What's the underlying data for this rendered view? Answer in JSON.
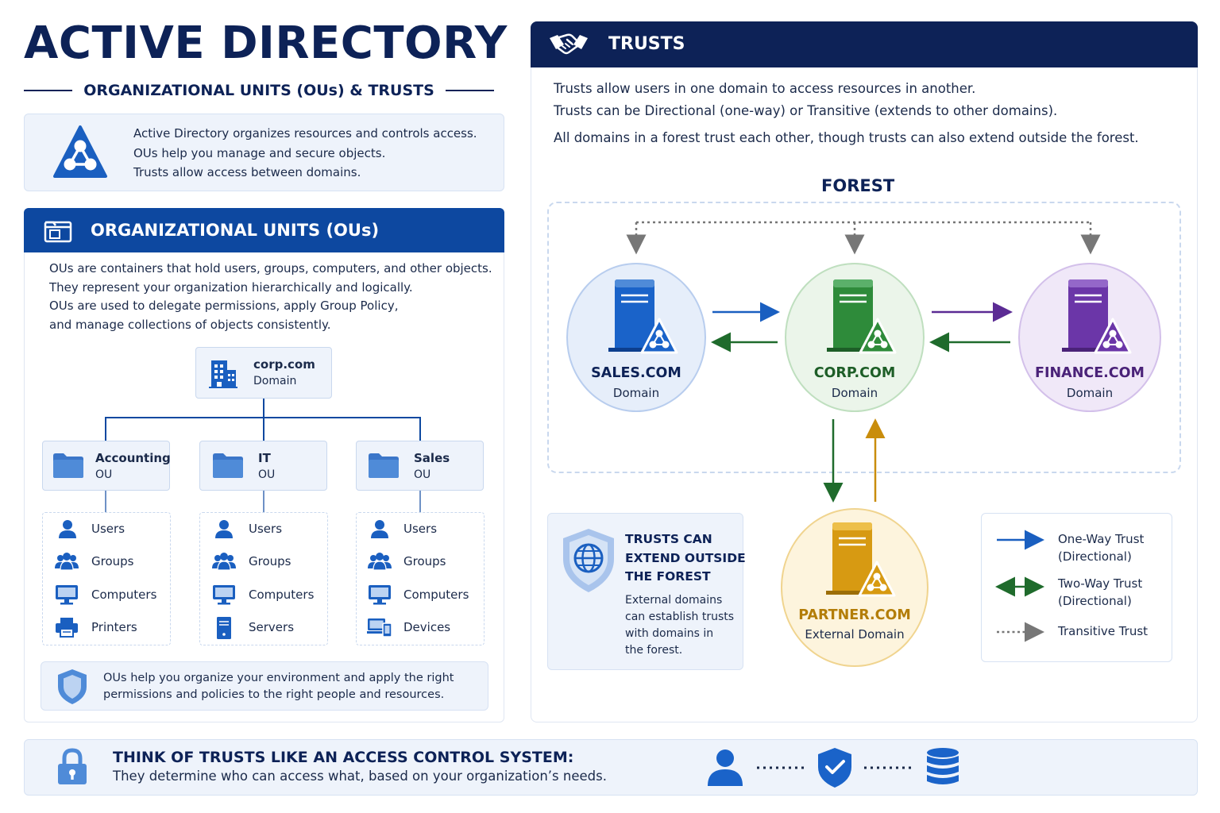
{
  "colors": {
    "navy": "#0d2257",
    "blue": "#0d48a0",
    "light_panel": "#eef3fb",
    "sales_blue": "#1a63c9",
    "corp_green": "#2e8b3a",
    "finance_purple": "#6b36a8",
    "partner_gold": "#d79a12"
  },
  "header": {
    "title": "ACTIVE DIRECTORY",
    "subtitle": "ORGANIZATIONAL UNITS (OUs) & TRUSTS"
  },
  "intro": {
    "lines": [
      "Active Directory organizes resources and controls access.",
      "OUs help you manage and secure objects.",
      "Trusts allow access between domains."
    ]
  },
  "ou_section": {
    "title": "ORGANIZATIONAL UNITS (OUs)",
    "description": [
      "OUs are containers that hold users, groups, computers, and other objects.",
      "They represent your organization hierarchically and logically.",
      "OUs are used to delegate permissions, apply Group Policy,",
      "and manage collections of objects consistently."
    ],
    "domain": {
      "name": "corp.com",
      "type": "Domain"
    },
    "units": [
      {
        "name": "Accounting",
        "type": "OU",
        "objects": [
          {
            "icon": "user-icon",
            "label": "Users"
          },
          {
            "icon": "group-icon",
            "label": "Groups"
          },
          {
            "icon": "monitor-icon",
            "label": "Computers"
          },
          {
            "icon": "printer-icon",
            "label": "Printers"
          }
        ]
      },
      {
        "name": "IT",
        "type": "OU",
        "objects": [
          {
            "icon": "user-icon",
            "label": "Users"
          },
          {
            "icon": "group-icon",
            "label": "Groups"
          },
          {
            "icon": "monitor-icon",
            "label": "Computers"
          },
          {
            "icon": "server-icon",
            "label": "Servers"
          }
        ]
      },
      {
        "name": "Sales",
        "type": "OU",
        "objects": [
          {
            "icon": "user-icon",
            "label": "Users"
          },
          {
            "icon": "group-icon",
            "label": "Groups"
          },
          {
            "icon": "monitor-icon",
            "label": "Computers"
          },
          {
            "icon": "devices-icon",
            "label": "Devices"
          }
        ]
      }
    ],
    "note": [
      "OUs help you organize your environment and apply the right",
      "permissions and policies to the right people and resources."
    ]
  },
  "trusts_section": {
    "title": "TRUSTS",
    "description": [
      "Trusts allow users in one domain to access resources in another.",
      "Trusts can be Directional (one-way) or Transitive (extends to other domains).",
      "All domains in a forest trust each other, though trusts can also extend outside the forest."
    ],
    "forest_label": "FOREST",
    "domains": {
      "sales": {
        "name": "SALES.COM",
        "type": "Domain"
      },
      "corp": {
        "name": "CORP.COM",
        "type": "Domain"
      },
      "finance": {
        "name": "FINANCE.COM",
        "type": "Domain"
      },
      "partner": {
        "name": "PARTNER.COM",
        "type": "External Domain"
      }
    },
    "external_note": {
      "title": [
        "TRUSTS CAN",
        "EXTEND OUTSIDE",
        "THE FOREST"
      ],
      "text": [
        "External domains",
        "can establish trusts",
        "with domains in",
        "the forest."
      ]
    },
    "legend": [
      {
        "style": "solid-blue-arrow",
        "label": [
          "One-Way Trust",
          "(Directional)"
        ]
      },
      {
        "style": "double-green-arrow",
        "label": [
          "Two-Way Trust",
          "(Directional)"
        ]
      },
      {
        "style": "dotted-gray-arrow",
        "label": [
          "Transitive Trust"
        ]
      }
    ]
  },
  "footer": {
    "title": "THINK OF TRUSTS LIKE AN ACCESS CONTROL SYSTEM:",
    "text": "They determine who can access what, based on your organization’s needs."
  }
}
